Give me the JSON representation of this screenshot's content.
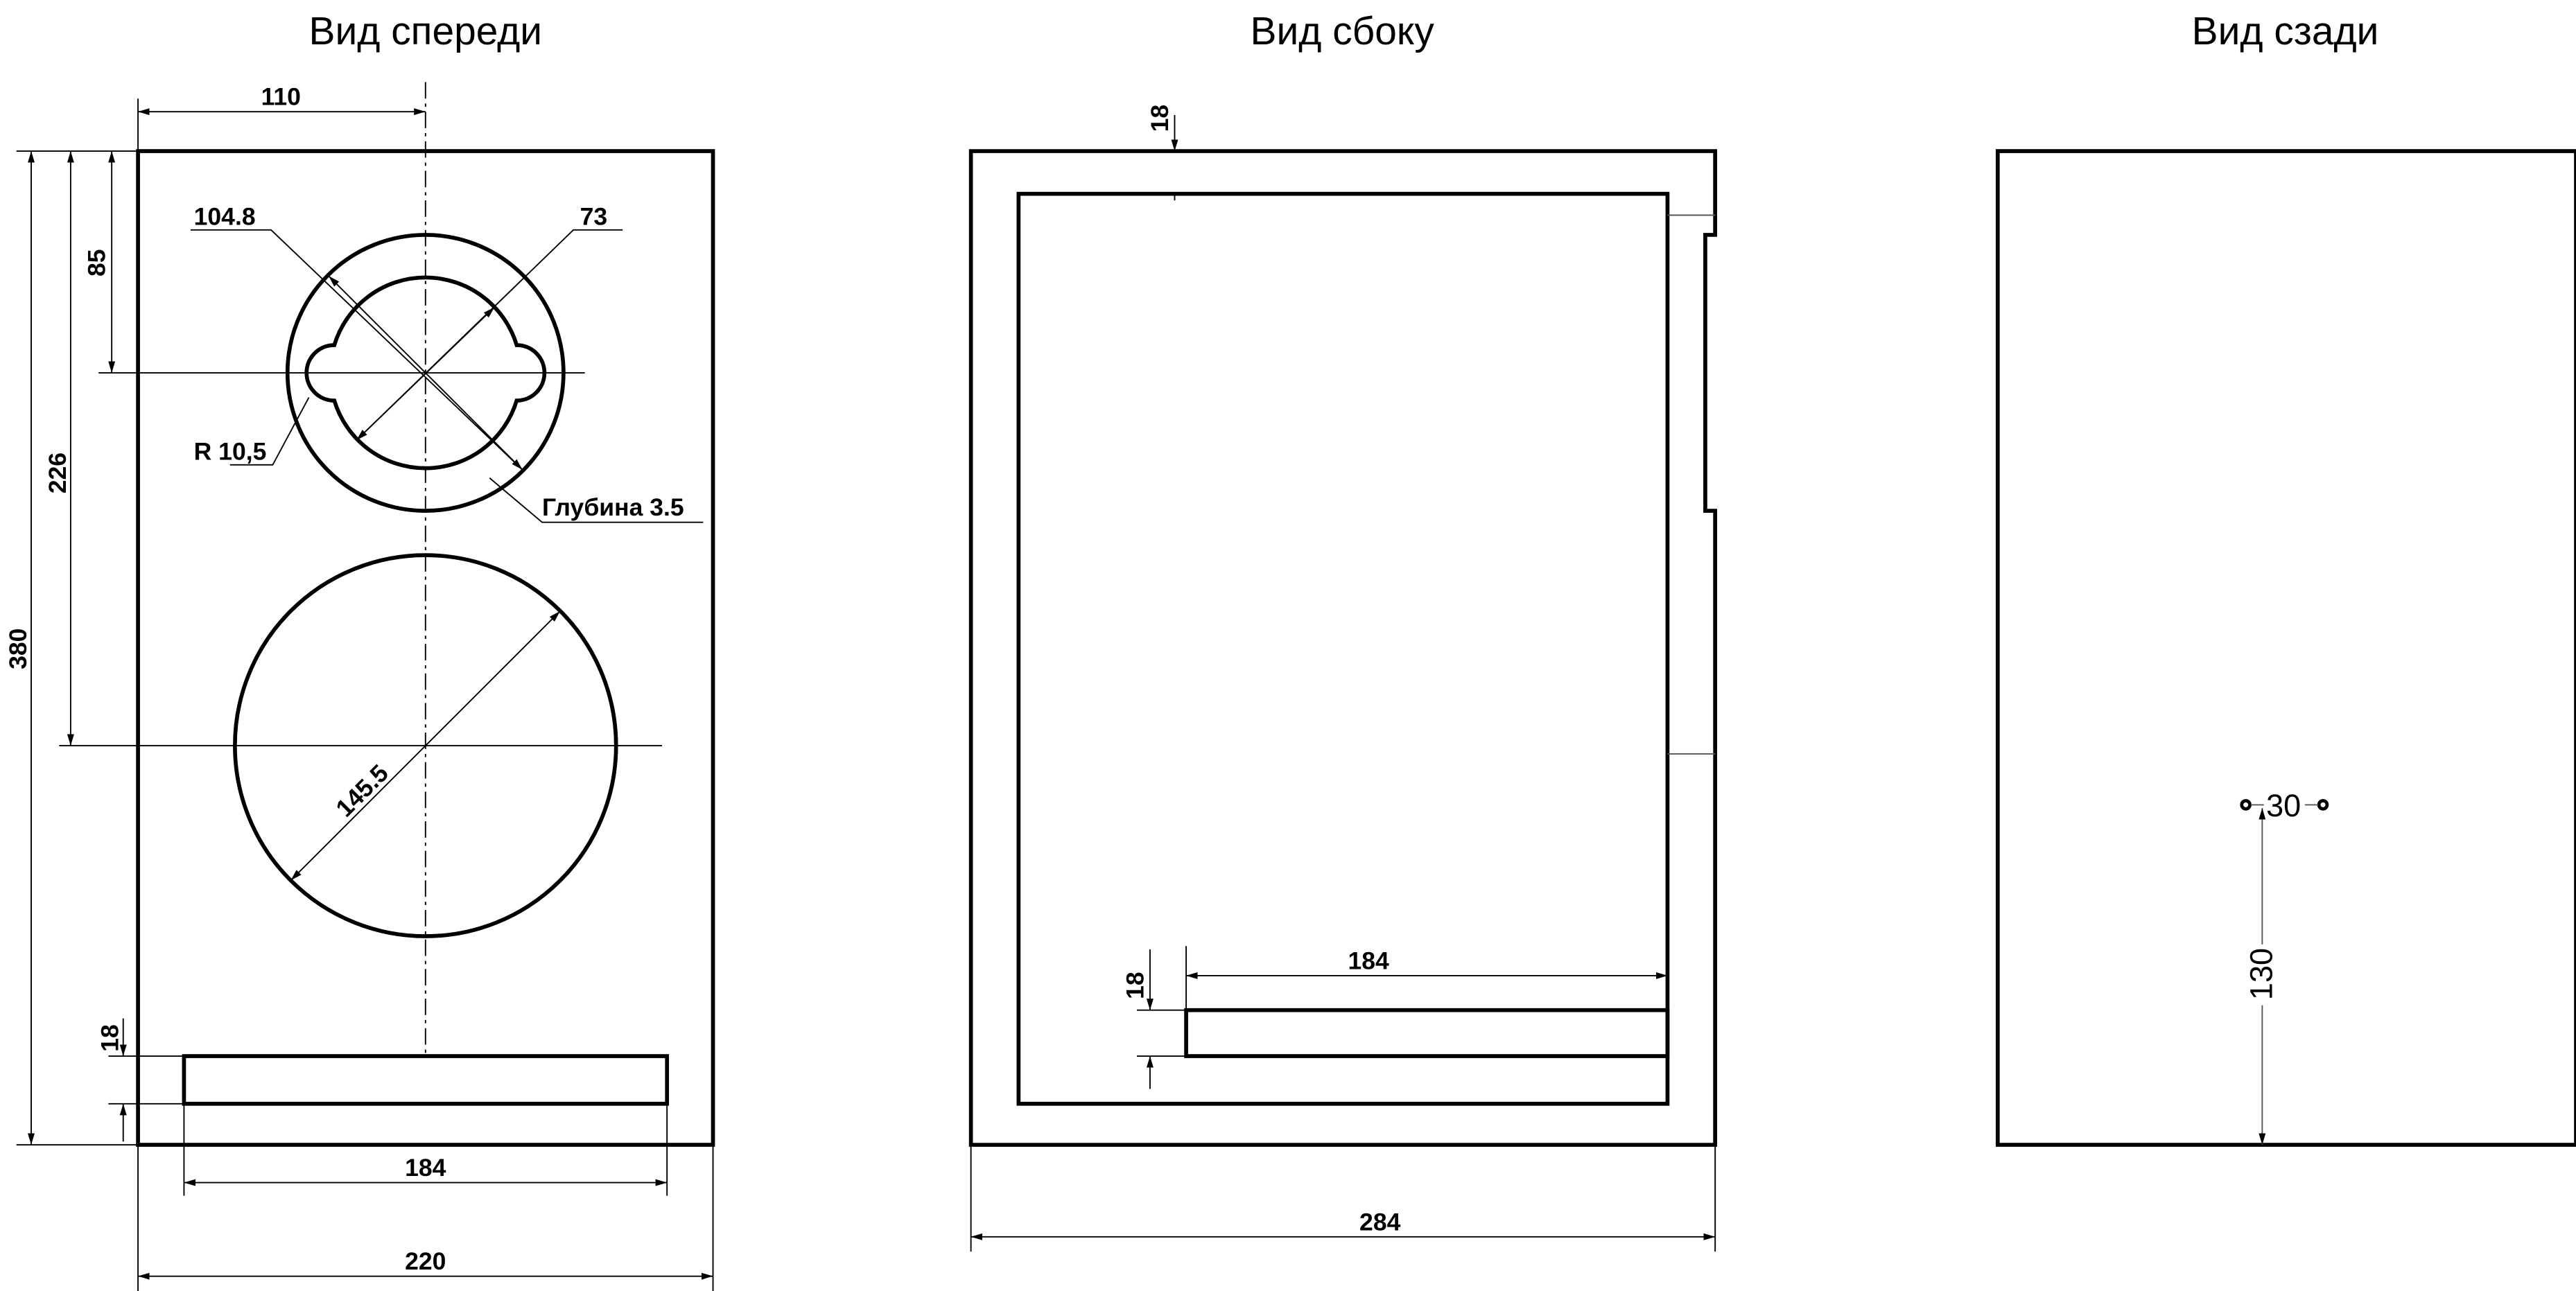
{
  "views": {
    "front": {
      "title": "Вид спереди",
      "dims": {
        "width": "220",
        "height": "380",
        "center_offset": "110",
        "tweeter_height": "85",
        "woofer_height": "226",
        "tweeter_outer_diameter": "104.8",
        "tweeter_inner_diameter": "73",
        "lobe_radius": "R 10,5",
        "recess_depth": "Глубина 3.5",
        "woofer_diameter": "145.5",
        "port_width": "184",
        "port_height": "18"
      }
    },
    "side": {
      "title": "Вид сбоку",
      "dims": {
        "depth": "284",
        "panel_thickness": "18",
        "port_length": "184",
        "port_height": "18"
      }
    },
    "back": {
      "title": "Вид сзади",
      "dims": {
        "terminal_spacing": "30",
        "terminal_height": "130"
      }
    }
  }
}
